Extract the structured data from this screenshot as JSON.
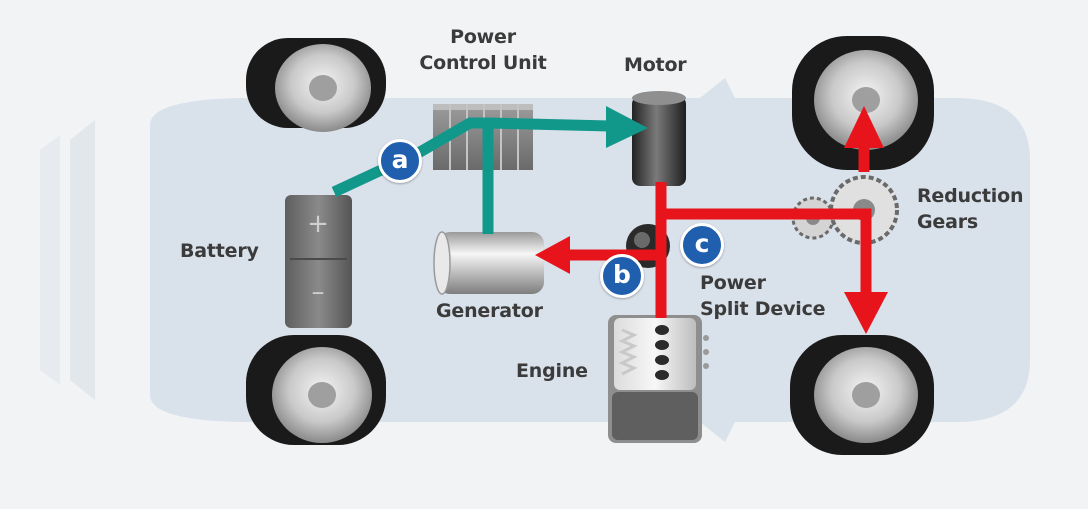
{
  "labels": {
    "power_control_unit": [
      "Power",
      "Control Unit"
    ],
    "motor": "Motor",
    "battery": "Battery",
    "generator": "Generator",
    "engine": "Engine",
    "power_split_device": [
      "Power",
      "Split Device"
    ],
    "reduction_gears": [
      "Reduction",
      "Gears"
    ]
  },
  "battery_symbols": {
    "plus": "+",
    "minus": "–"
  },
  "badges": {
    "a": "a",
    "b": "b",
    "c": "c"
  },
  "colors": {
    "electric_flow": "#12988a",
    "mechanical_flow": "#e8141b",
    "badge": "#1f5fae",
    "car_body": "#d9e1ea",
    "tire": "#1a1a1a"
  }
}
